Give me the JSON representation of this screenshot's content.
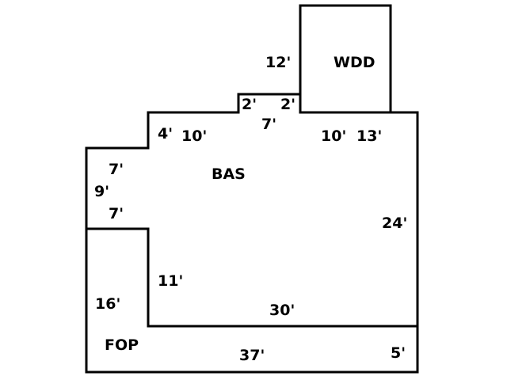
{
  "areas": {
    "wdd": "WDD",
    "bas": "BAS",
    "fop": "FOP"
  },
  "dimensions": {
    "wdd_height": "12'",
    "step_left": "2'",
    "step_right": "2'",
    "step_width": "7'",
    "left_riser": "4'",
    "top_left": "10'",
    "top_right_a": "10'",
    "top_right_b": "13'",
    "left_upper": "7'",
    "left_side": "9'",
    "left_lower": "7'",
    "right_side": "24'",
    "fop_inner": "11'",
    "fop_height": "16'",
    "bas_bottom": "30'",
    "total_bottom": "37'",
    "fop_bottom_right": "5'"
  }
}
